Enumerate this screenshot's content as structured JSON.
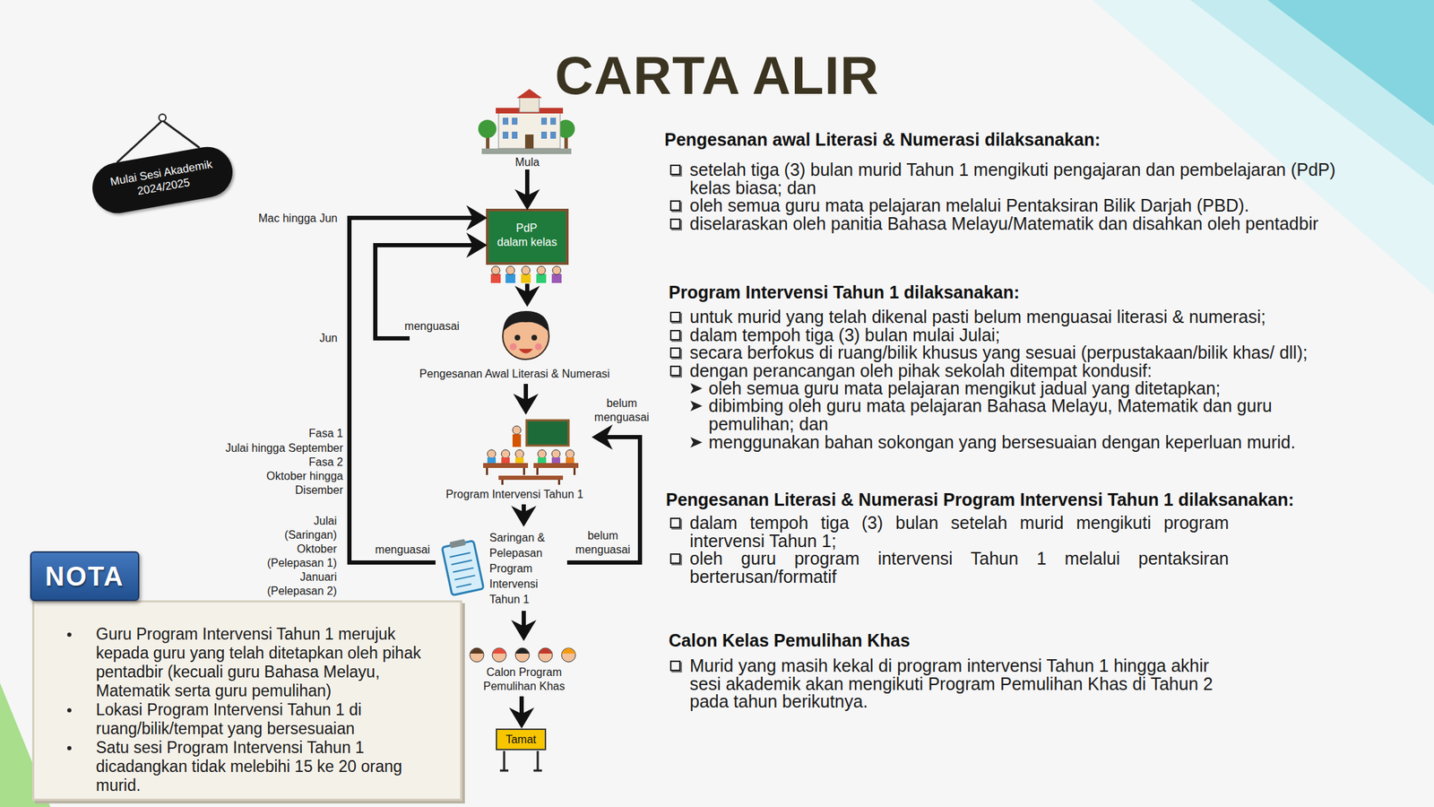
{
  "diagram": {
    "title": "CARTA ALIR",
    "nodes": [
      {
        "text": [
          "Mulai Sesi Akademik 2024/2025"
        ]
      },
      {
        "text": [
          "Mula"
        ]
      },
      {
        "text": [
          "PdP dalam kelas"
        ]
      },
      {
        "text": [
          "Pengesanan Awal Literasi & Numerasi"
        ]
      },
      {
        "text": [
          "Program Intervensi Tahun 1"
        ]
      },
      {
        "text": [
          "Saringan & Pelepasan Program Intervensi Tahun 1"
        ]
      },
      {
        "text": [
          "Calon Program Pemulihan Khas"
        ]
      },
      {
        "text": [
          "Tamat"
        ]
      },
      {
        "text": [
          "NOTA",
          "Guru Program Intervensi Tahun 1 merujuk kepada guru yang telah ditetapkan oleh pihak pentadbir (kecuali guru Bahasa Melayu, Matematik serta guru pemulihan)",
          "Lokasi Program Intervensi Tahun 1 di ruang/bilik/tempat yang bersesuaian",
          "Satu sesi Program Intervensi Tahun 1 dicadangkan tidak melebihi 15 ke 20 orang murid."
        ]
      }
    ],
    "edges": [
      {
        "from": 1,
        "to": 2,
        "arrow": "to"
      },
      {
        "from": 2,
        "to": 3,
        "arrow": "to"
      },
      {
        "from": 3,
        "to": 2,
        "label": "menguasai",
        "arrow": "to"
      },
      {
        "from": 3,
        "to": 4,
        "arrow": "to"
      },
      {
        "from": 4,
        "to": 5,
        "arrow": "to"
      },
      {
        "from": 5,
        "to": 4,
        "label": "belum menguasai",
        "arrow": "to"
      },
      {
        "from": 5,
        "to": 2,
        "label": "menguasai",
        "arrow": "to"
      },
      {
        "from": 5,
        "to": 6,
        "arrow": "to"
      },
      {
        "from": 6,
        "to": 7,
        "arrow": "to"
      }
    ],
    "labels": [
      "Mac hingga Jun",
      "Jun",
      "Fasa 1",
      "Julai hingga September",
      "Fasa 2",
      "Oktober hingga Disember",
      "Julai",
      "(Saringan)",
      "Oktober",
      "(Pelepasan 1)",
      "Januari",
      "(Pelepasan 2)",
      "belum menguasai",
      "Pengesanan awal Literasi & Numerasi dilaksanakan:",
      "setelah tiga (3) bulan murid Tahun 1 mengikuti pengajaran dan pembelajaran (PdP) kelas biasa; dan",
      "oleh semua guru mata pelajaran melalui Pentaksiran Bilik Darjah (PBD).",
      "diselaraskan oleh panitia Bahasa Melayu/Matematik dan disahkan oleh pentadbir",
      "Program Intervensi Tahun 1 dilaksanakan:",
      "untuk murid yang telah dikenal pasti belum menguasai literasi & numerasi;",
      "dalam tempoh tiga (3) bulan mulai Julai;",
      "secara berfokus di ruang/bilik khusus yang sesuai (perpustakaan/bilik khas/ dll);",
      "dengan perancangan oleh pihak sekolah ditempat kondusif:",
      "oleh semua guru mata pelajaran mengikut jadual yang ditetapkan;",
      "dibimbing oleh guru mata pelajaran Bahasa Melayu, Matematik dan guru pemulihan; dan",
      "menggunakan bahan sokongan yang bersesuaian dengan keperluan murid.",
      "Pengesanan Literasi & Numerasi Program Intervensi Tahun 1 dilaksanakan:",
      "dalam tempoh tiga (3) bulan setelah murid mengikuti program intervensi Tahun 1;",
      "oleh guru program intervensi Tahun 1 melalui pentaksiran berterusan/formatif",
      "Calon Kelas Pemulihan Khas",
      "Murid yang masih kekal di program intervensi Tahun 1 hingga akhir sesi akademik akan mengikuti Program Pemulihan Khas di Tahun 2 pada tahun berikutnya."
    ]
  }
}
